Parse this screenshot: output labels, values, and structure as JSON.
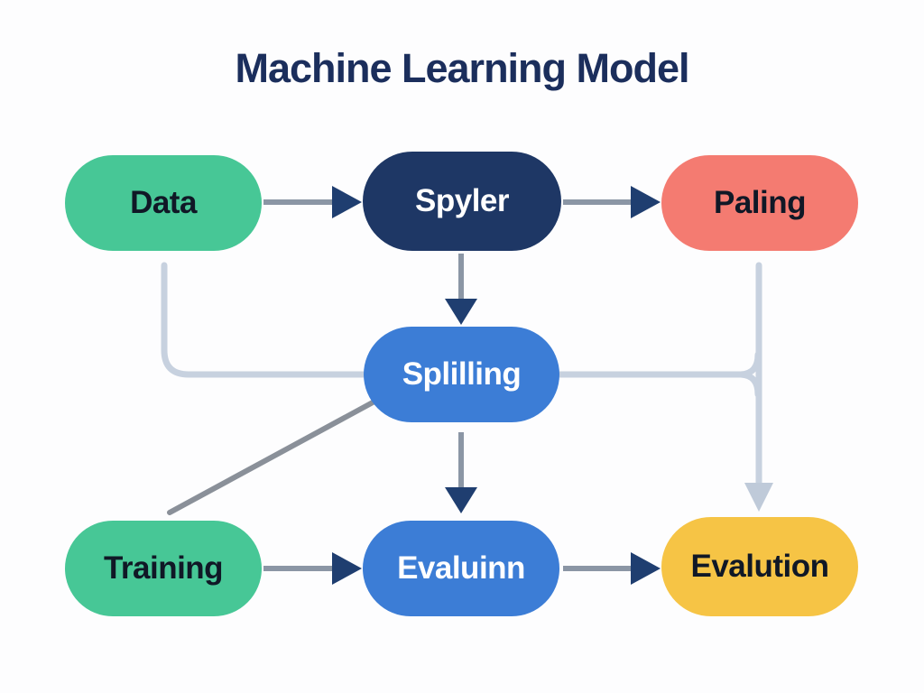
{
  "title": "Machine Learning Model",
  "colors": {
    "background": "#FDFDFE",
    "title_text": "#1B2E5C",
    "green": "#47C796",
    "navy": "#1E3765",
    "salmon": "#F47B71",
    "blue": "#3C7DD6",
    "yellow": "#F6C445",
    "label_dark": "#101826",
    "label_light": "#FFFFFF",
    "stem_gray": "#8B96A5",
    "arrowhead_navy": "#1F3E70",
    "connector_light": "#C7D1DF",
    "arrowhead_light": "#BFCAD9",
    "diagonal_gray": "#8A9099"
  },
  "nodes": [
    {
      "id": "data",
      "label": "Data",
      "fill": "green",
      "text": "dark"
    },
    {
      "id": "spyler",
      "label": "Spyler",
      "fill": "navy",
      "text": "light"
    },
    {
      "id": "paling",
      "label": "Paling",
      "fill": "salmon",
      "text": "dark"
    },
    {
      "id": "splilling",
      "label": "Splilling",
      "fill": "blue",
      "text": "light"
    },
    {
      "id": "training",
      "label": "Training",
      "fill": "green",
      "text": "dark"
    },
    {
      "id": "evaluinn",
      "label": "Evaluinn",
      "fill": "blue",
      "text": "light"
    },
    {
      "id": "evalution",
      "label": "Evalution",
      "fill": "yellow",
      "text": "dark"
    }
  ],
  "edges": [
    {
      "from": "Data",
      "to": "Spyler",
      "style": "dark-arrow"
    },
    {
      "from": "Spyler",
      "to": "Paling",
      "style": "dark-arrow"
    },
    {
      "from": "Spyler",
      "to": "Splilling",
      "style": "dark-arrow"
    },
    {
      "from": "Data",
      "to": "Splilling",
      "style": "light-elbow-line"
    },
    {
      "from": "Splilling",
      "to": "Evaluinn",
      "style": "dark-arrow"
    },
    {
      "from": "Splilling",
      "to": "Training",
      "style": "gray-diagonal-line"
    },
    {
      "from": "Splilling",
      "to": "Evalution",
      "style": "light-elbow-merge"
    },
    {
      "from": "Paling",
      "to": "Evalution",
      "style": "light-arrow"
    },
    {
      "from": "Training",
      "to": "Evaluinn",
      "style": "dark-arrow"
    },
    {
      "from": "Evaluinn",
      "to": "Evalution",
      "style": "dark-arrow"
    }
  ]
}
